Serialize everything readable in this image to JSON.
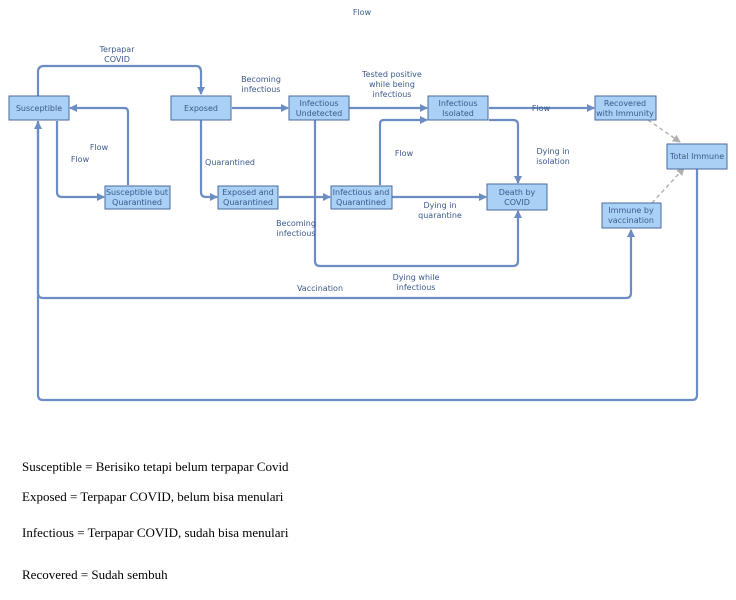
{
  "title": "Flow",
  "nodes": {
    "susceptible": "Susceptible",
    "exposed": "Exposed",
    "infectious_undetected": [
      "Infectious",
      "Undetected"
    ],
    "infectious_isolated": [
      "Infectious",
      "Isolated"
    ],
    "recovered": [
      "Recovered",
      "with Immunity"
    ],
    "susceptible_quarantined": [
      "Susceptible but",
      "Quarantined"
    ],
    "exposed_quarantined": [
      "Exposed and",
      "Quarantined"
    ],
    "infectious_quarantined": [
      "Infectious and",
      "Quarantined"
    ],
    "death": [
      "Death by",
      "COVID"
    ],
    "total_immune": "Total Immune",
    "immune_vaccination": [
      "Immune by",
      "vaccination"
    ]
  },
  "edge_labels": {
    "terpapar": [
      "Terpapar",
      "COVID"
    ],
    "becoming_infectious_top": [
      "Becoming",
      "infectious"
    ],
    "tested_positive": [
      "Tested positive",
      "while being",
      "infectious"
    ],
    "flow_recovered": "Flow",
    "flow_sq_a": "Flow",
    "flow_sq_b": "Flow",
    "quarantined": "Quarantined",
    "flow_iq": "Flow",
    "dying_isolation": [
      "Dying in",
      "isolation"
    ],
    "becoming_infectious_mid": [
      "Becoming",
      "infectious"
    ],
    "dying_quarantine": [
      "Dying in",
      "quarantine"
    ],
    "dying_infectious": [
      "Dying while",
      "infectious"
    ],
    "vaccination": "Vaccination"
  },
  "legend": [
    "Susceptible = Berisiko tetapi belum terpapar Covid",
    "Exposed = Terpapar COVID, belum bisa menulari",
    "Infectious = Terpapar COVID, sudah bisa menulari",
    "Recovered = Sudah sembuh"
  ],
  "colors": {
    "node_fill": "#a9d0f5",
    "edge": "#6c8cc4",
    "text": "#3b5a8c"
  }
}
